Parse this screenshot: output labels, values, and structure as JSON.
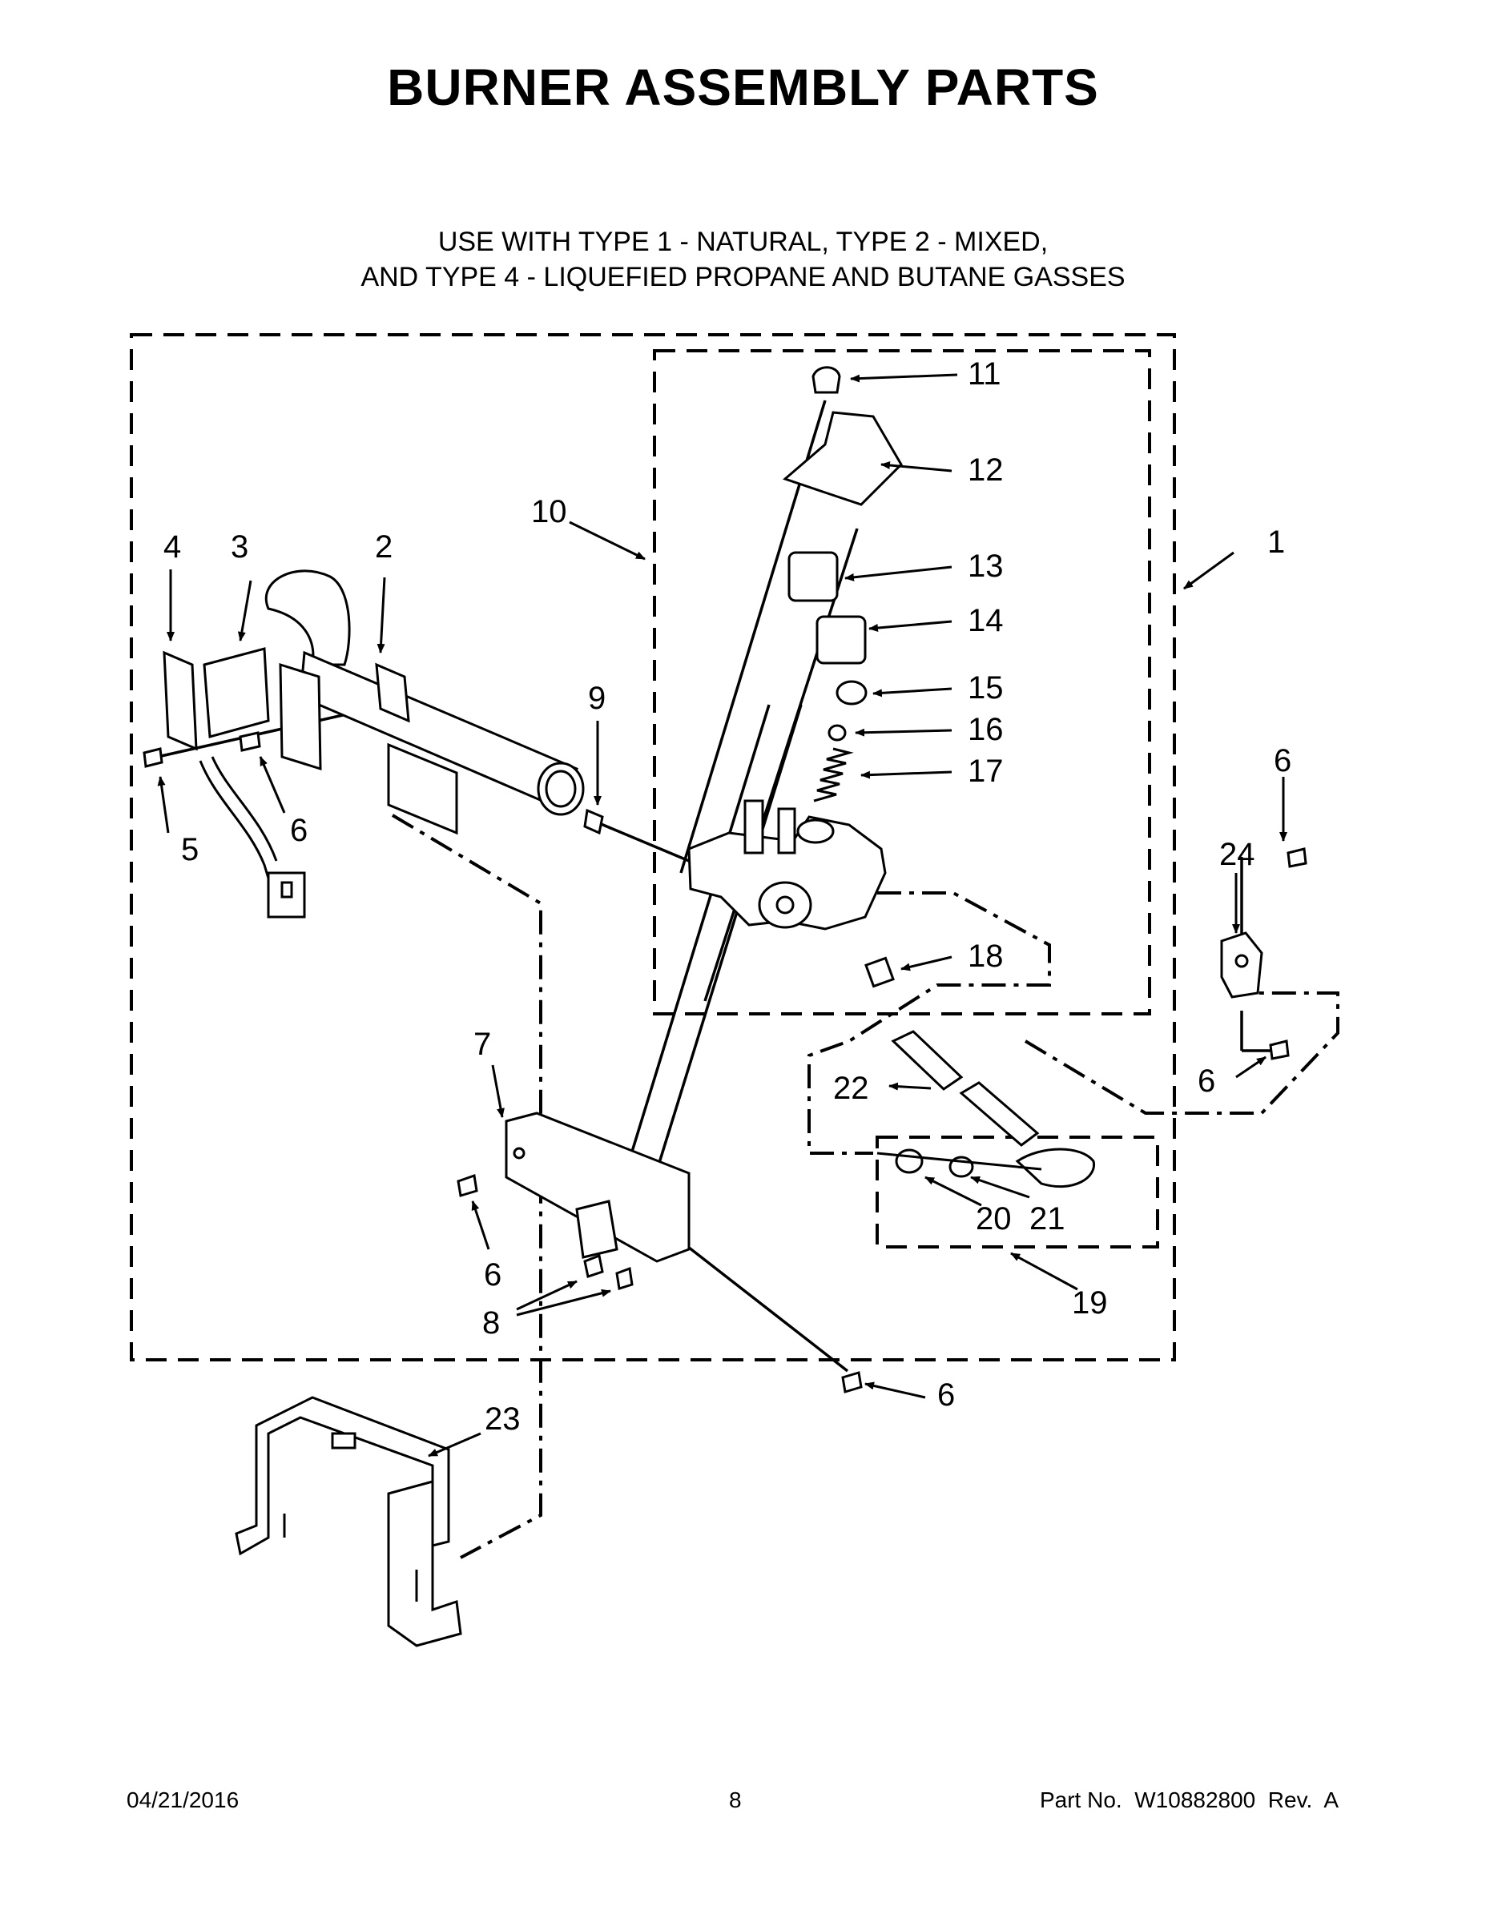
{
  "title": "BURNER ASSEMBLY PARTS",
  "subtitle": {
    "line1": "USE WITH TYPE 1 - NATURAL, TYPE 2 - MIXED,",
    "line2": "AND TYPE 4 - LIQUEFIED PROPANE AND BUTANE GASSES"
  },
  "callouts": {
    "c1": "1",
    "c2": "2",
    "c3": "3",
    "c4": "4",
    "c5": "5",
    "c6a": "6",
    "c6b": "6",
    "c6c": "6",
    "c6d": "6",
    "c6e": "6",
    "c7": "7",
    "c8": "8",
    "c9": "9",
    "c10": "10",
    "c11": "11",
    "c12": "12",
    "c13": "13",
    "c14": "14",
    "c15": "15",
    "c16": "16",
    "c17": "17",
    "c18": "18",
    "c19": "19",
    "c20": "20",
    "c21": "21",
    "c22": "22",
    "c23": "23",
    "c24": "24"
  },
  "footer": {
    "date": "04/21/2016",
    "page": "8",
    "part": "Part No.  W10882800  Rev.  A"
  }
}
